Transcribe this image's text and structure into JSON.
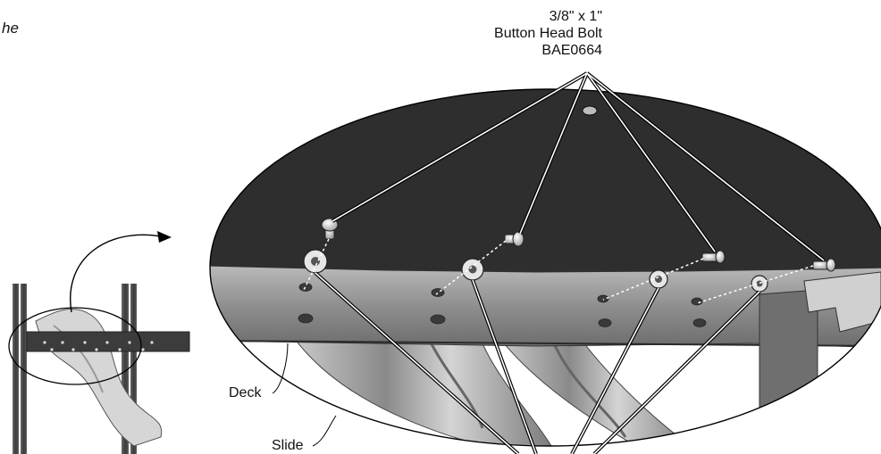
{
  "fragment_text": "he",
  "callouts": {
    "bolt": {
      "size": "3/8\" x 1\"",
      "name": "Button Head Bolt",
      "part_number": "BAE0664"
    },
    "deck": "Deck",
    "slide": "Slide"
  },
  "colors": {
    "deck_top": "#2e2e2e",
    "deck_side": "#8d8d8d",
    "slide_gray": "#9a9a9a",
    "post": "#4a4a4a",
    "line": "#111111"
  }
}
